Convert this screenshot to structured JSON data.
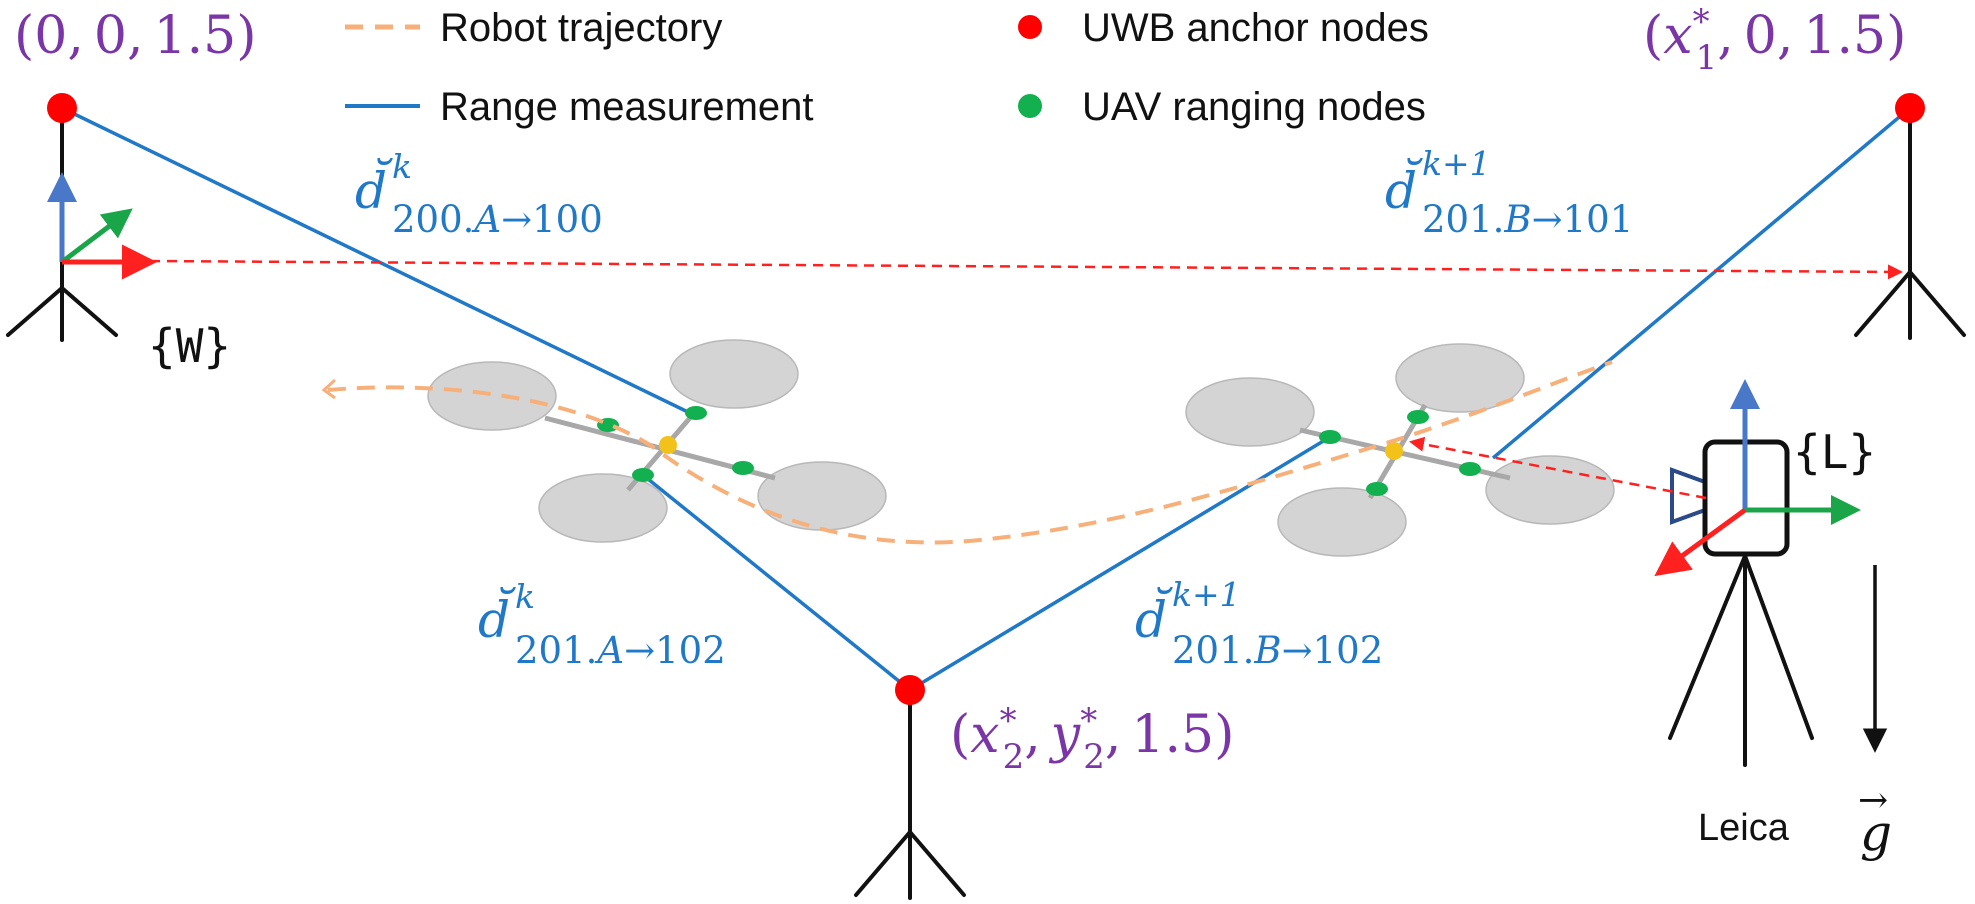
{
  "colors": {
    "anchor": "#ff0000",
    "ranging_node": "#13b050",
    "trajectory": "#f7b07a",
    "range_line": "#1f78c8",
    "coordinate_text": "#7a35a6",
    "axis_x": "#ff2020",
    "axis_y": "#1aa648",
    "axis_z": "#4a78c8",
    "rotor": "#d4d4d4",
    "hub": "#f2c21b"
  },
  "legend": {
    "trajectory": "Robot trajectory",
    "range": "Range measurement",
    "anchor": "UWB anchor nodes",
    "ranging": "UAV ranging nodes"
  },
  "anchors": {
    "a0": {
      "paren_l": "(",
      "x": "0",
      "y": "0",
      "z": "1.5",
      "comma": ",",
      "paren_r": ")"
    },
    "a1": {
      "paren_l": "(",
      "x": "x",
      "x_sup": "*",
      "x_sub": "1",
      "y": "0",
      "z": "1.5",
      "comma": ",",
      "paren_r": ")"
    },
    "a2": {
      "paren_l": "(",
      "x": "x",
      "x_sup": "*",
      "x_sub": "2",
      "y": "y",
      "y_sup": "*",
      "y_sub": "2",
      "z": "1.5",
      "comma": ",",
      "paren_r": ")"
    }
  },
  "distances": {
    "d1": {
      "base": "d̆",
      "sup": "k",
      "sub": "200.",
      "sub_tag": "A",
      "arrow": "→",
      "sub_end": "100"
    },
    "d2": {
      "base": "d̆",
      "sup": "k+1",
      "sub": "201.",
      "sub_tag": "B",
      "arrow": "→",
      "sub_end": "101"
    },
    "d3": {
      "base": "d̆",
      "sup": "k",
      "sub": "201.",
      "sub_tag": "A",
      "arrow": "→",
      "sub_end": "102"
    },
    "d4": {
      "base": "d̆",
      "sup": "k+1",
      "sub": "201.",
      "sub_tag": "B",
      "arrow": "→",
      "sub_end": "102"
    }
  },
  "frames": {
    "world": "{W}",
    "leica_frame": "{L}"
  },
  "leica_label": "Leica",
  "gravity": {
    "symbol": "g",
    "arrow": "→"
  }
}
